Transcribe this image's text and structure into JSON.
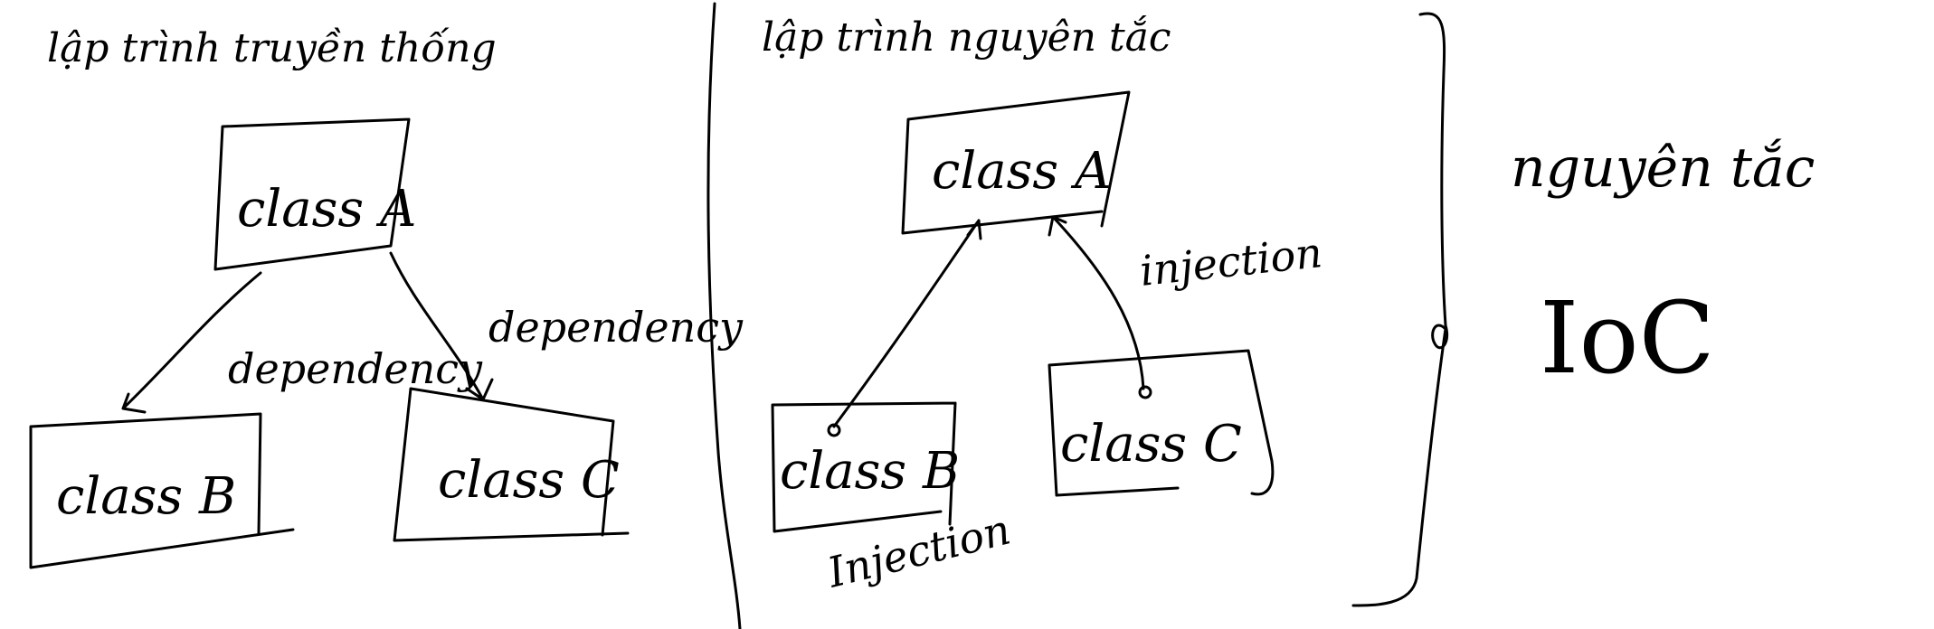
{
  "left_panel": {
    "title": "lập trình truyền thống",
    "class_a": "class A",
    "class_b": "class B",
    "class_c": "class C",
    "edge_ab_label": "dependency",
    "edge_ac_label": "dependency"
  },
  "middle_panel": {
    "title": "lập trình nguyên tắc",
    "class_a": "class A",
    "class_b": "class B",
    "class_c": "class C",
    "edge_ba_label": "Injection",
    "edge_ca_label": "injection"
  },
  "right_panel": {
    "heading": "nguyên tắc",
    "acronym": "IoC"
  },
  "colors": {
    "ink": "#000000",
    "background": "#ffffff"
  }
}
